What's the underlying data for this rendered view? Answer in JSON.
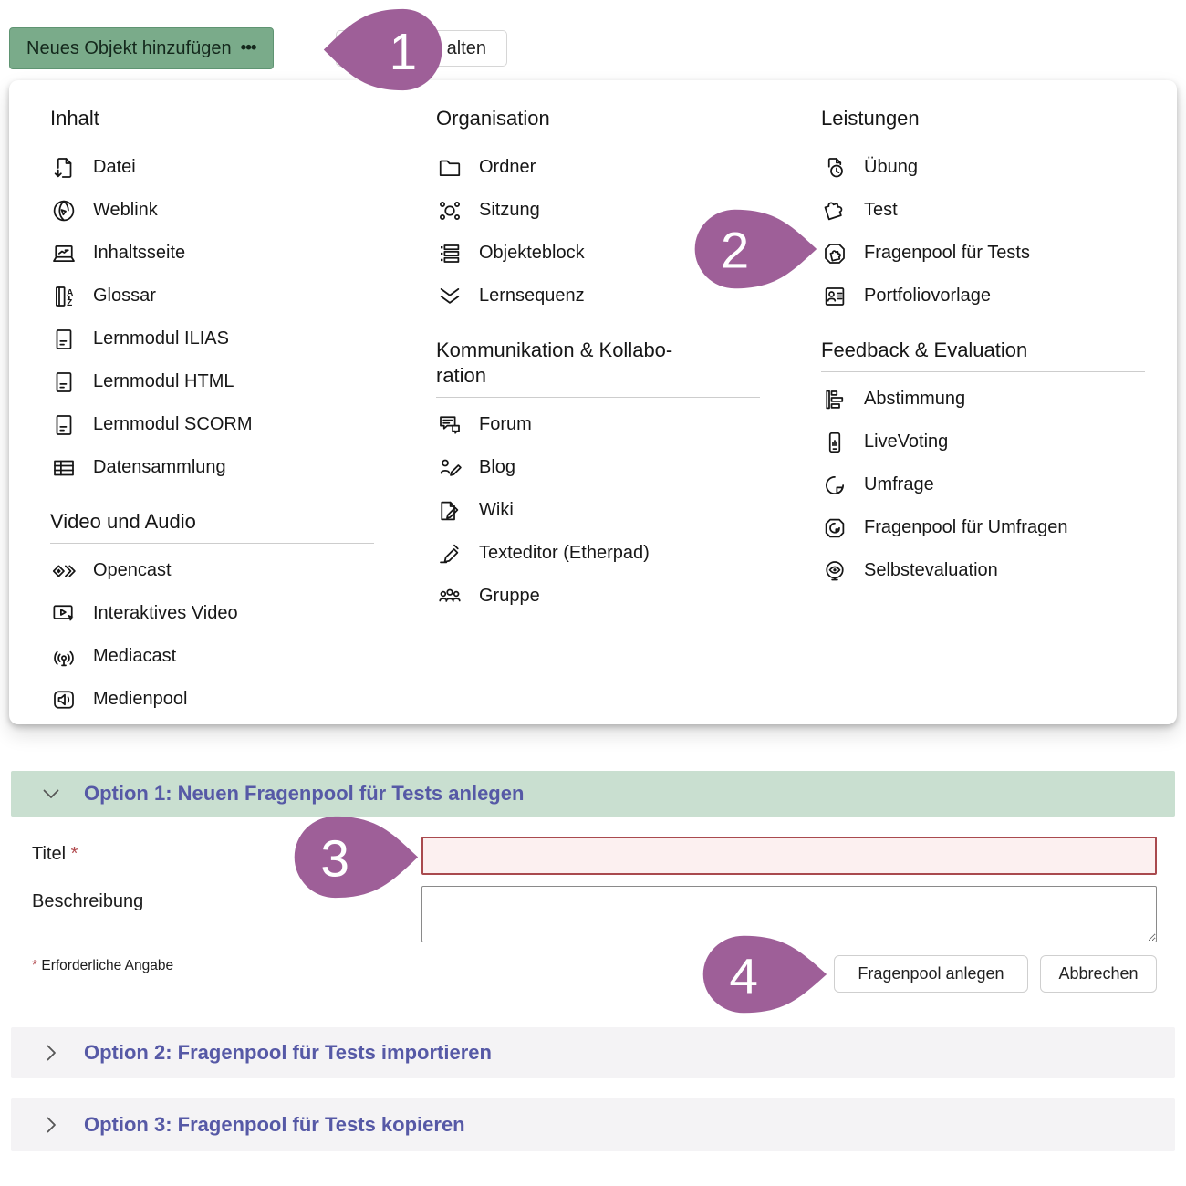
{
  "toolbar": {
    "add_object_label": "Neues Objekt hinzufügen",
    "add_object_ellipsis": "•••",
    "partial_button_visible_text": "alten"
  },
  "menu_columns": [
    [
      {
        "title": "Inhalt",
        "items": [
          {
            "icon": "file",
            "label": "Datei"
          },
          {
            "icon": "weblink",
            "label": "Weblink"
          },
          {
            "icon": "content-page",
            "label": "Inhaltsseite"
          },
          {
            "icon": "glossary",
            "label": "Glossar"
          },
          {
            "icon": "learning-module",
            "label": "Lernmodul ILIAS"
          },
          {
            "icon": "learning-module",
            "label": "Lernmodul HTML"
          },
          {
            "icon": "learning-module",
            "label": "Lernmodul SCORM"
          },
          {
            "icon": "data-collection",
            "label": "Datensammlung"
          }
        ]
      },
      {
        "title": "Video und Audio",
        "items": [
          {
            "icon": "opencast",
            "label": "Opencast"
          },
          {
            "icon": "interactive-video",
            "label": "Interaktives Video"
          },
          {
            "icon": "mediacast",
            "label": "Mediacast"
          },
          {
            "icon": "media-pool",
            "label": "Medienpool"
          }
        ]
      }
    ],
    [
      {
        "title": "Organisation",
        "items": [
          {
            "icon": "folder",
            "label": "Ordner"
          },
          {
            "icon": "session",
            "label": "Sitzung"
          },
          {
            "icon": "item-group",
            "label": "Objekteblock"
          },
          {
            "icon": "learning-sequence",
            "label": "Lernsequenz"
          }
        ]
      },
      {
        "title": "Kommunikation & Kollabo­ration",
        "items": [
          {
            "icon": "forum",
            "label": "Forum"
          },
          {
            "icon": "blog",
            "label": "Blog"
          },
          {
            "icon": "wiki",
            "label": "Wiki"
          },
          {
            "icon": "text-editor",
            "label": "Texteditor (Etherpad)"
          },
          {
            "icon": "group",
            "label": "Gruppe"
          }
        ]
      }
    ],
    [
      {
        "title": "Leistungen",
        "items": [
          {
            "icon": "exercise",
            "label": "Übung"
          },
          {
            "icon": "test",
            "label": "Test"
          },
          {
            "icon": "question-pool-test",
            "label": "Fragenpool für Tests"
          },
          {
            "icon": "portfolio-template",
            "label": "Portfoliovorlage"
          }
        ]
      },
      {
        "title": "Feedback & Evaluation",
        "items": [
          {
            "icon": "poll",
            "label": "Abstimmung"
          },
          {
            "icon": "live-voting",
            "label": "LiveVoting"
          },
          {
            "icon": "survey",
            "label": "Umfrage"
          },
          {
            "icon": "question-pool-survey",
            "label": "Fragenpool für Umfragen"
          },
          {
            "icon": "self-evaluation",
            "label": "Selbstevaluation"
          }
        ]
      }
    ]
  ],
  "markers": {
    "m1": "1",
    "m2": "2",
    "m3": "3",
    "m4": "4"
  },
  "form": {
    "option1_header": "Option 1: Neuen Fragenpool für Tests anlegen",
    "title_label": "Titel",
    "required_mark": "*",
    "title_value": "",
    "description_label": "Beschreibung",
    "description_value": "",
    "required_note": "Erforderliche Angabe",
    "submit_label": "Fragenpool anlegen",
    "cancel_label": "Abbrechen"
  },
  "option_bars": [
    {
      "label": "Option 2: Fragenpool für Tests importieren"
    },
    {
      "label": "Option 3: Fragenpool für Tests kopieren"
    }
  ],
  "colors": {
    "accent_green_button": "#7aab8a",
    "marker_purple": "#9e5f98",
    "accordion_green": "#c9dfd0",
    "accordion_gray": "#f4f3f5",
    "accordion_text": "#5659a6",
    "error_red": "#a94a4e",
    "error_bg": "#fcf0f0"
  }
}
